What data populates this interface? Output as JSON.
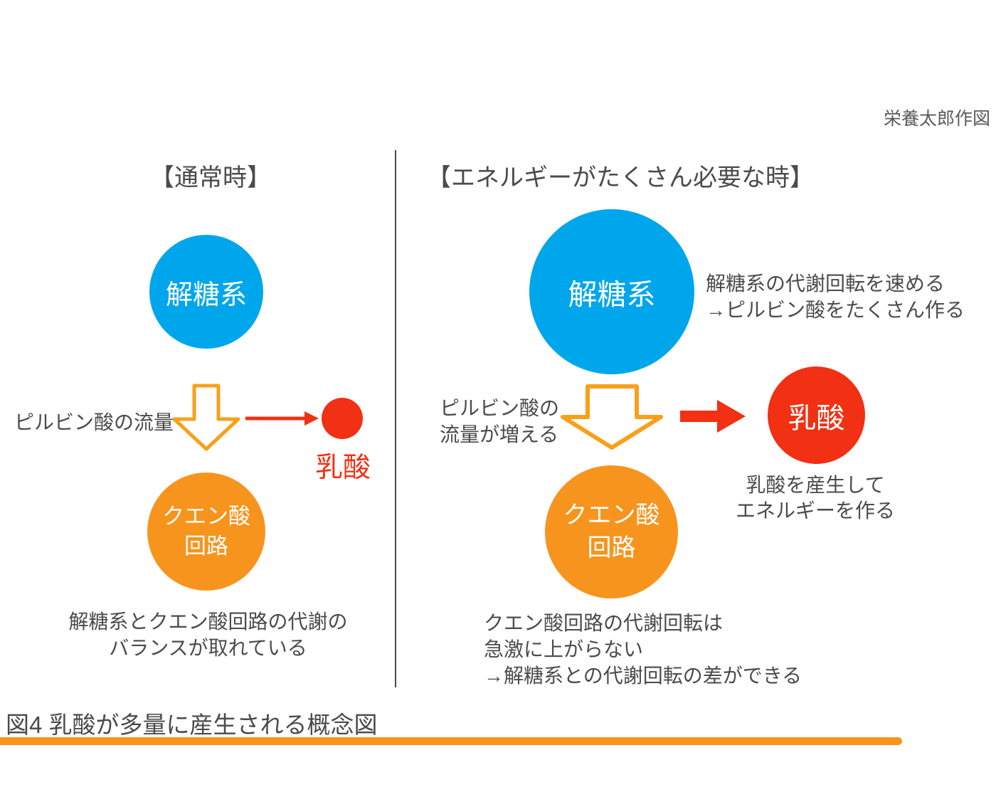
{
  "credit": "栄養太郎作図",
  "left": {
    "title": "【通常時】",
    "glycolysis_label": "解糖系",
    "pyruvate_flow_label": "ピルビン酸の流量",
    "lactate_label": "乳酸",
    "citric_line1": "クエン酸",
    "citric_line2": "回路",
    "note_line1": "解糖系とクエン酸回路の代謝の",
    "note_line2": "バランスが取れている"
  },
  "right": {
    "title": "【エネルギーがたくさん必要な時】",
    "glycolysis_label": "解糖系",
    "glycolysis_note_line1": "解糖系の代謝回転を速める",
    "glycolysis_note_line2": "→ピルビン酸をたくさん作る",
    "pyruvate_line1": "ピルビン酸の",
    "pyruvate_line2": "流量が増える",
    "lactate_label": "乳酸",
    "lactate_note_line1": "乳酸を産生して",
    "lactate_note_line2": "エネルギーを作る",
    "citric_line1": "クエン酸",
    "citric_line2": "回路",
    "citric_note_line1": "クエン酸回路の代謝回転は",
    "citric_note_line2": "急激に上がらない",
    "citric_note_line3": "→解糖系との代謝回転の差ができる"
  },
  "caption": "図4 乳酸が多量に産生される概念図",
  "colors": {
    "blue": "#00A6EC",
    "orange": "#F7941D",
    "arrow_orange": "#F9A01B",
    "red": "#F23013",
    "text_gray": "#4B4B4B"
  }
}
